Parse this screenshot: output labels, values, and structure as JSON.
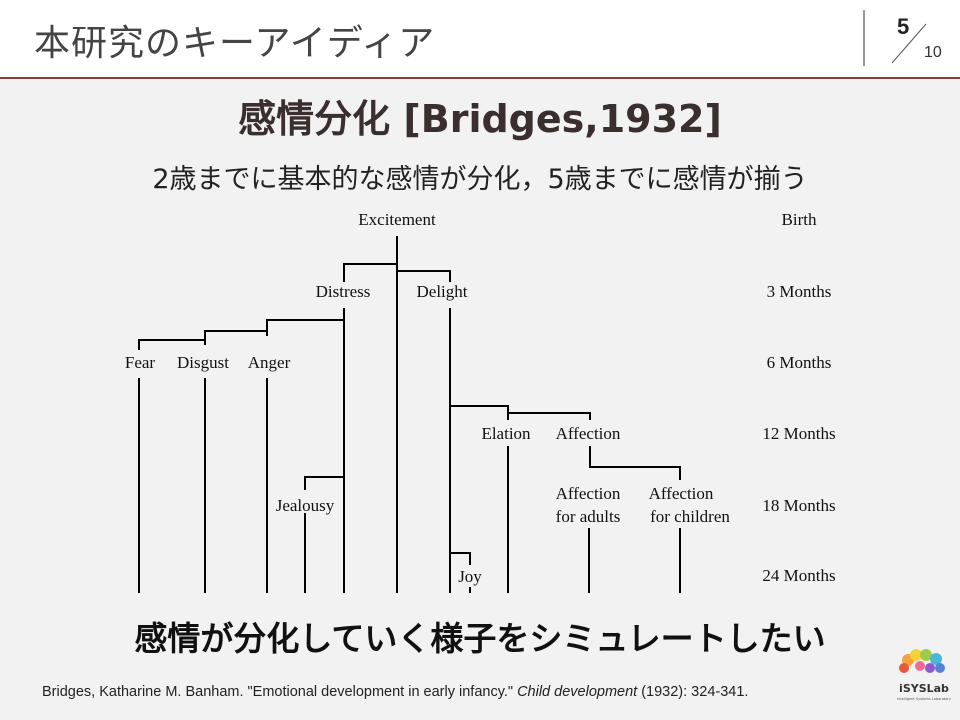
{
  "header": {
    "title": "本研究のキーアイディア",
    "page": "5",
    "total": "10"
  },
  "heading": "感情分化 [Bridges,1932]",
  "subtitle": "2歳までに基本的な感情が分化，5歳までに感情が揃う",
  "diagram": {
    "emotions": {
      "excitement": "Excitement",
      "distress": "Distress",
      "delight": "Delight",
      "fear": "Fear",
      "disgust": "Disgust",
      "anger": "Anger",
      "elation": "Elation",
      "affection": "Affection",
      "jealousy": "Jealousy",
      "aff_adults_1": "Affection",
      "aff_adults_2": "for adults",
      "aff_children_1": "Affection",
      "aff_children_2": "for children",
      "joy": "Joy"
    },
    "ages": [
      "Birth",
      "3 Months",
      "6 Months",
      "12 Months",
      "18 Months",
      "24 Months"
    ]
  },
  "bottom_text": "感情が分化していく様子をシミュレートしたい",
  "citation": {
    "pre": "Bridges, Katharine M. Banham. \"Emotional development in early infancy.\" ",
    "journal": "Child development",
    "post": " (1932): 324-341."
  },
  "logo": {
    "name": "iSYSLab"
  }
}
